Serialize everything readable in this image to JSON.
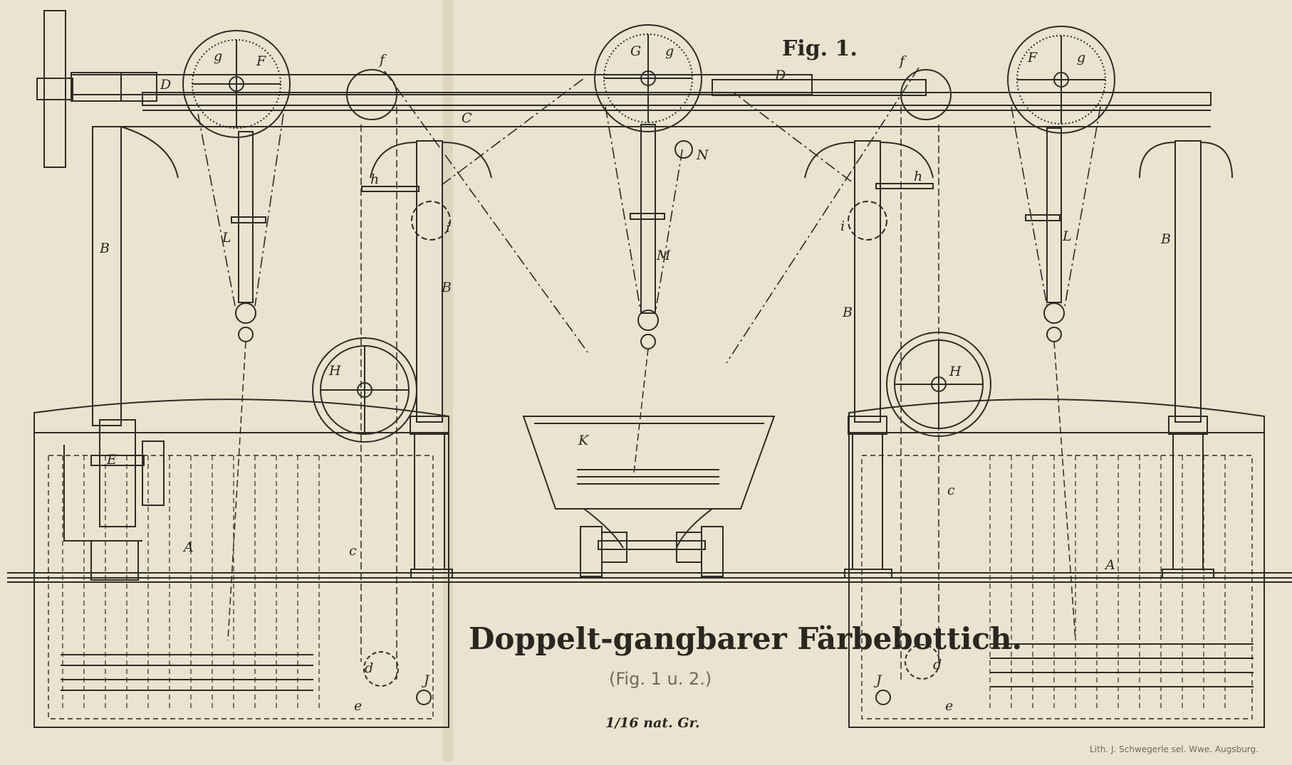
{
  "figure_label": "Fig. 1.",
  "title": "Doppelt-gangbarer Färbebottich.",
  "subtitle": "(Fig. 1 u. 2.)",
  "scale_note": "1/16 nat. Gr.",
  "lithographer": "Lith. J. Schwegerle sel. Wwe. Augsburg.",
  "colors": {
    "paper": "#e9e3cf",
    "ink": "#2f2b25",
    "fold": "#c9c2aa"
  },
  "labels": {
    "g": "g",
    "F": "F",
    "f": "f",
    "D": "D",
    "C": "C",
    "G": "G",
    "N": "N",
    "h": "h",
    "i": "i",
    "L": "L",
    "M": "M",
    "B": "B",
    "H": "H",
    "K": "K",
    "E": "E",
    "A": "A",
    "c": "c",
    "d": "d",
    "J": "J",
    "e": "e"
  }
}
